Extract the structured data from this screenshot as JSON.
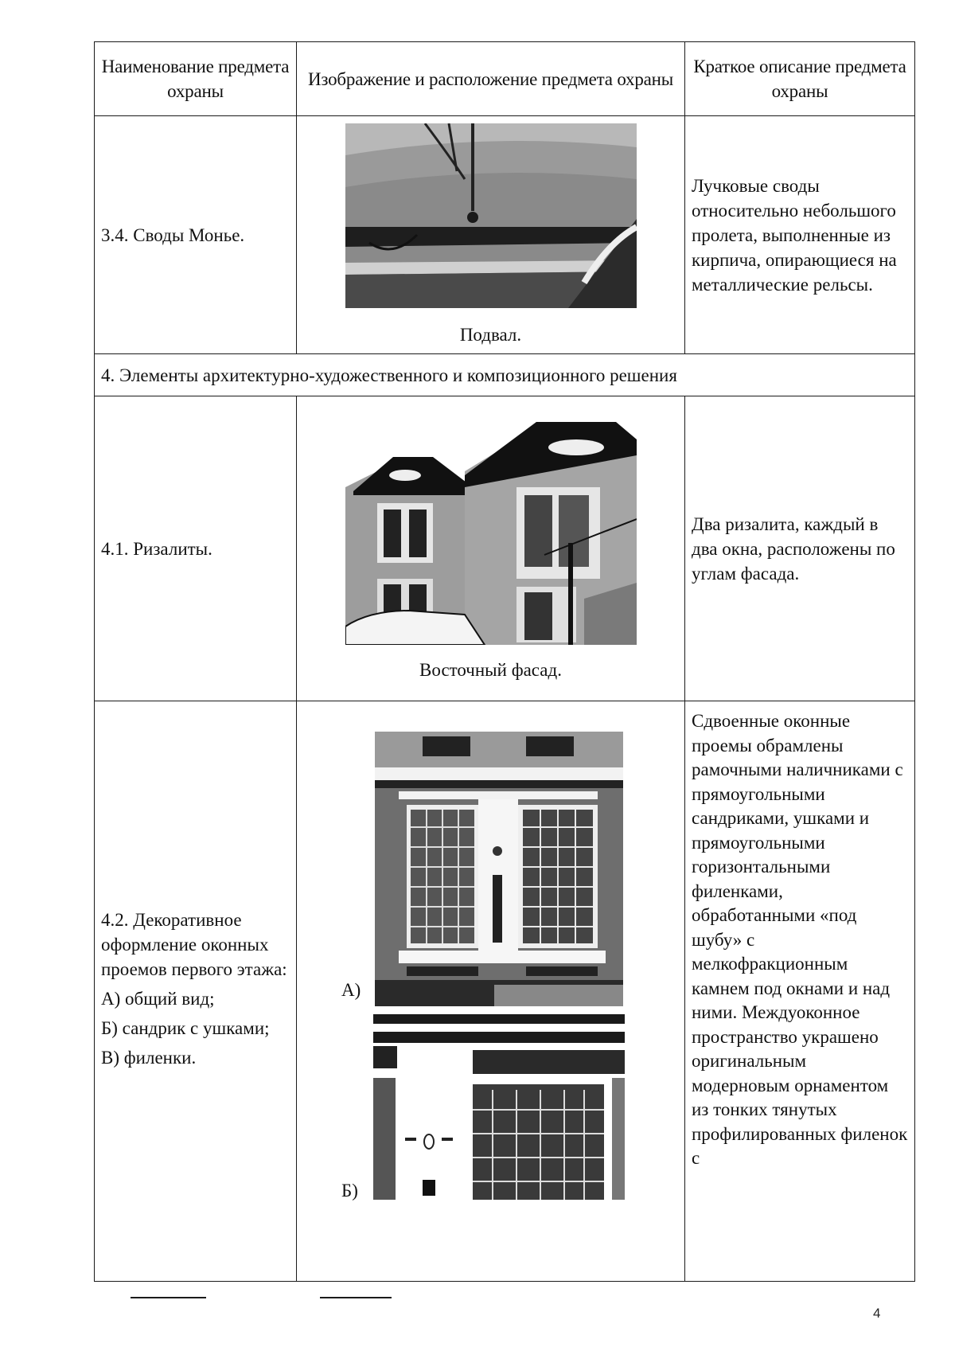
{
  "table": {
    "headers": [
      "Наименование предмета охраны",
      "Изображение и расположение предмета охраны",
      "Краткое описание предмета охраны"
    ],
    "rows": {
      "r34": {
        "name": "3.4. Своды Монье.",
        "image_icon": "basement-vault-photo",
        "caption": "Подвал.",
        "description": "Лучковые своды относительно небольшого пролета, выполненные из кирпича, опирающиеся на металлические рельсы."
      },
      "section4": {
        "title": "4. Элементы архитектурно-художественного и композиционного решения"
      },
      "r41": {
        "name": "4.1. Ризалиты.",
        "image_icon": "east-facade-photo",
        "caption": "Восточный фасад.",
        "description": "Два ризалита, каждый в два окна, расположены по углам фасада."
      },
      "r42": {
        "name_lines": [
          "4.2. Декоративное оформление оконных проемов первого этажа:",
          "А) общий вид;",
          "Б) сандрик с ушками;",
          "В) филенки."
        ],
        "image_a_label": "А)",
        "image_b_label": "Б)",
        "image_a_icon": "window-general-view-photo",
        "image_b_icon": "window-sandrik-photo",
        "description": "Сдвоенные оконные проемы обрамлены рамочными наличниками с прямоугольными сандриками, ушками и прямоугольными горизонтальными филенками, обработанными «под шубу» с мелкофракционным камнем под окнами и над ними. Междуоконное пространство украшено оригинальным модерновым орнаментом из тонких тянутых профилированных филенок с"
      }
    }
  },
  "footer": {
    "page_number": "4"
  }
}
